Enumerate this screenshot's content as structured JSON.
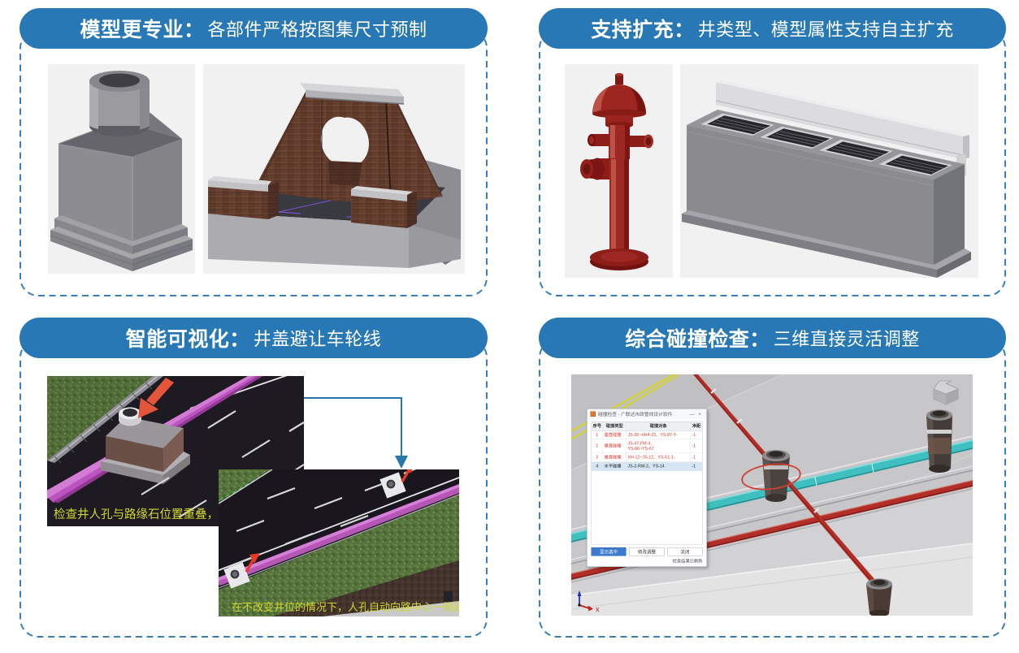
{
  "colors": {
    "banner_blue": "#2878b6",
    "dashed_border_blue": "#3b7ec0",
    "connector_blue": "#2878b0",
    "caption_yellow": "#d2d82e",
    "error_red": "#e03a30",
    "pipe_magenta": "#c05ec4",
    "pipe_teal": "#3fbfbf",
    "pipe_red": "#b22e28"
  },
  "panels": [
    {
      "id": "model-quality",
      "title_bold": "模型更专业：",
      "title_rest": "各部件严格按图集尺寸预制"
    },
    {
      "id": "extensible",
      "title_bold": "支持扩充：",
      "title_rest": "井类型、模型属性支持自主扩充"
    },
    {
      "id": "smart-visual",
      "title_bold": "智能可视化：",
      "title_rest": "井盖避让车轮线"
    },
    {
      "id": "collision-check",
      "title_bold": "综合碰撞检查：",
      "title_rest": "三维直接灵活调整"
    }
  ],
  "panel3": {
    "caption1": "检查井人孔与路缘石位置重叠，需",
    "caption2": "在不改变井位的情况下，人孔自动向路中心一侧避让偏移"
  },
  "panel4": {
    "dialog": {
      "title": "碰撞检查 - 广联达市政管线设计软件",
      "minimize_label": "—",
      "close_label": "×",
      "columns": [
        "序号",
        "碰撞类型",
        "碰撞对象",
        "净距"
      ],
      "rows": [
        {
          "no": "1",
          "type": "垂直碰撞",
          "objects": "JS-20~XH4-23、YS-87-Y-",
          "distance": "-1"
        },
        {
          "no": "2",
          "type": "垂直碰撞",
          "objects": "JS-47-FM-4、\nYS-66~YS-67",
          "distance": "-1"
        },
        {
          "no": "3",
          "type": "垂直碰撞",
          "objects": "XH-12~JS-12、YS-51-1-",
          "distance": "-1"
        },
        {
          "no": "4",
          "type": "水平碰撞",
          "objects": "JS-2-RM-2、YS-14",
          "distance": "-1"
        }
      ],
      "buttons": [
        "显示选中",
        "修改调整",
        "关闭"
      ],
      "footnote": "检查结果已刷新"
    },
    "axis_label": "x"
  }
}
